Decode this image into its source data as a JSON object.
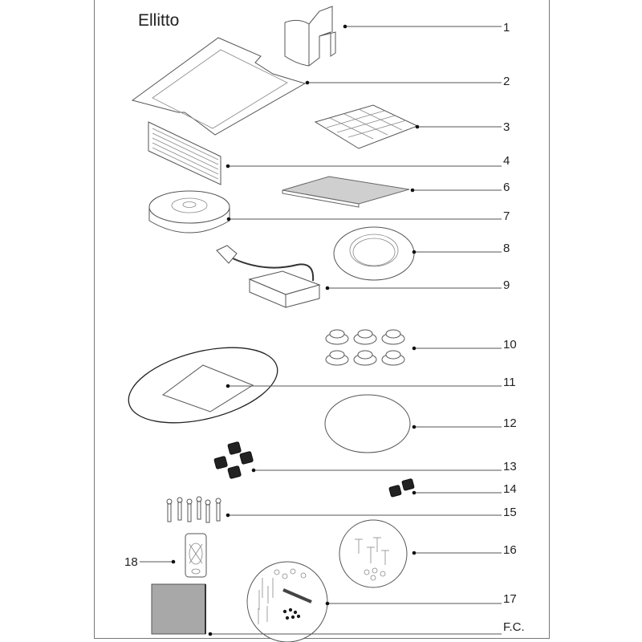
{
  "title": "Ellitto",
  "parts": [
    {
      "label": "1"
    },
    {
      "label": "2"
    },
    {
      "label": "3"
    },
    {
      "label": "4"
    },
    {
      "label": "6"
    },
    {
      "label": "7"
    },
    {
      "label": "8"
    },
    {
      "label": "9"
    },
    {
      "label": "10"
    },
    {
      "label": "11"
    },
    {
      "label": "12"
    },
    {
      "label": "13"
    },
    {
      "label": "14"
    },
    {
      "label": "15"
    },
    {
      "label": "16"
    },
    {
      "label": "17"
    },
    {
      "label": "18"
    },
    {
      "label": "F.C."
    }
  ],
  "colors": {
    "line": "#555555",
    "manual": "#a8a8a8",
    "clip": "#222222"
  }
}
